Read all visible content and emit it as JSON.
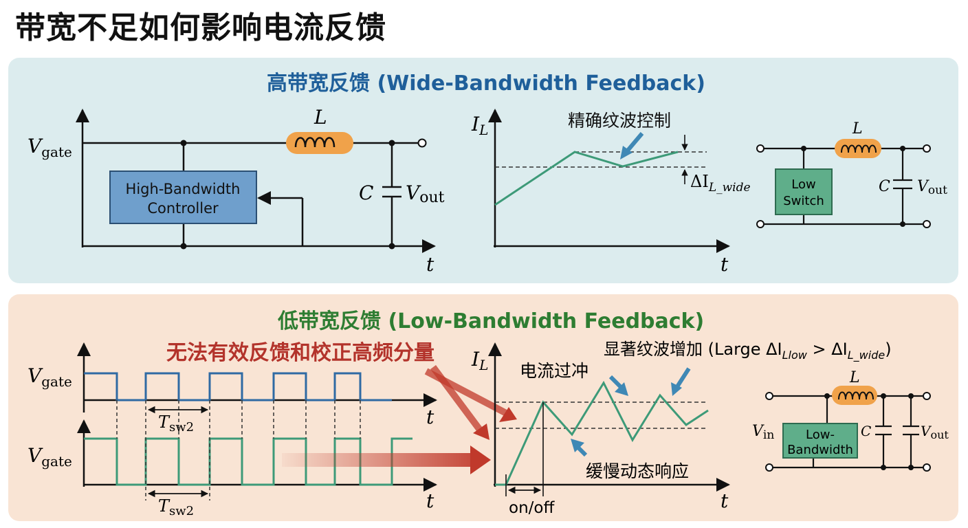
{
  "page_title": "带宽不足如何影响电流反馈",
  "top_panel": {
    "title": "高带宽反馈 (Wide-Bandwidth Feedback)",
    "circuit": {
      "vgate_base": "V",
      "vgate_sub": "gate",
      "inductor": "L",
      "capacitor": "C",
      "vout_base": "V",
      "vout_sub": "out",
      "controller_line1": "High-Bandwidth",
      "controller_line2": "Controller",
      "t_axis": "t"
    },
    "graph": {
      "y_base": "I",
      "y_sub": "L",
      "annotation": "精确纹波控制",
      "delta_base": "ΔI",
      "delta_sub": "L_wide",
      "t_axis": "t"
    },
    "small_circuit": {
      "inductor": "L",
      "box_line1": "Low",
      "box_line2": "Switch",
      "capacitor": "C",
      "vout_base": "V",
      "vout_sub": "out"
    }
  },
  "bottom_panel": {
    "title": "低带宽反馈 (Low-Bandwidth Feedback)",
    "red_label": "无法有效反馈和校正高频分量",
    "waveforms": {
      "vgate1_base": "V",
      "vgate1_sub": "gate",
      "vgate2_base": "V",
      "vgate2_sub": "gate",
      "tsw1_base": "T",
      "tsw1_sub": "sw2",
      "tsw2_base": "T",
      "tsw2_sub": "sw2",
      "t_axis1": "t",
      "t_axis2": "t"
    },
    "graph": {
      "y_base": "I",
      "y_sub": "L",
      "overshoot": "电流过冲",
      "ripple_note": "显著纹波增加 (Large ΔI",
      "ripple_sub1": "Llow",
      "ripple_mid": " > ΔI",
      "ripple_sub2": "L_wide",
      "ripple_end": ")",
      "slow_response": "缓慢动态响应",
      "onoff": "on/off",
      "t_axis": "t"
    },
    "small_circuit": {
      "inductor": "L",
      "vin_base": "V",
      "vin_sub": "in",
      "box_line1": "Low-",
      "box_line2": "Bandwidth",
      "capacitor": "C",
      "vout_base": "V",
      "vout_sub": "out"
    }
  },
  "colors": {
    "top_bg": "#dcecee",
    "bottom_bg": "#f9e4d4",
    "blue_title": "#1f5f9a",
    "green_title": "#2e7d32",
    "red": "#b3332b",
    "wave_blue": "#2f6aa3",
    "wave_green": "#3d9a78",
    "inductor": "#f0a24a",
    "controller_box": "#6f9fcc",
    "green_box": "#5fae8a",
    "arrow_blue": "#3f88b5"
  }
}
